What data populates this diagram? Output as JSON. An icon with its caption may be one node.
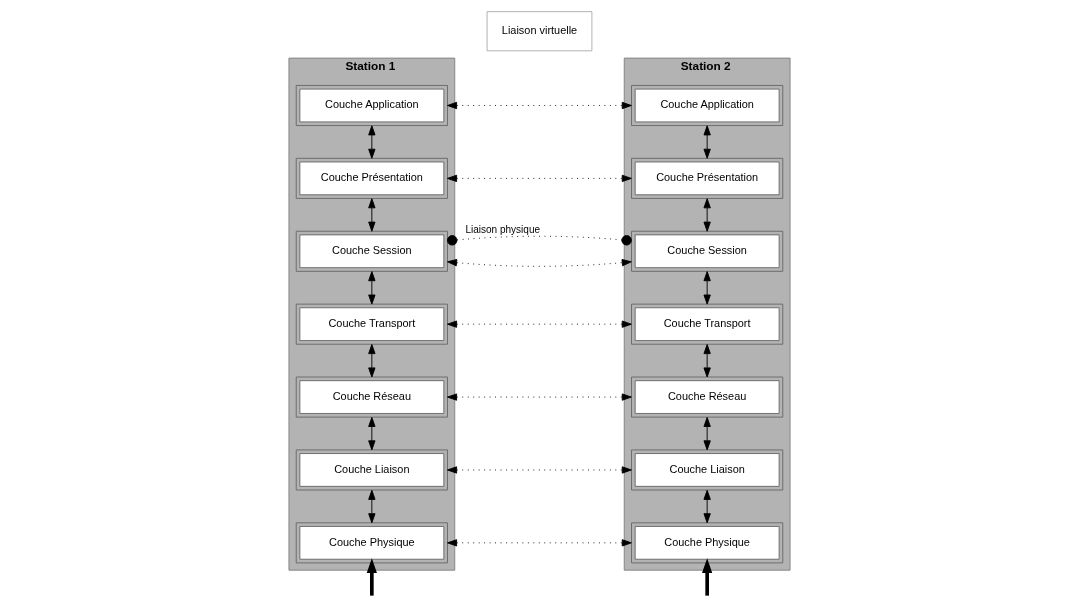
{
  "diagram": {
    "nodes": [
      {
        "text": [
          "Station 1"
        ]
      },
      {
        "text": [
          "Couche Application"
        ],
        "in": 0
      },
      {
        "text": [
          "Couche Présentation"
        ],
        "in": 0
      },
      {
        "text": [
          "Couche Session"
        ],
        "in": 0
      },
      {
        "text": [
          "Couche Transport"
        ],
        "in": 0
      },
      {
        "text": [
          "Couche Réseau"
        ],
        "in": 0
      },
      {
        "text": [
          "Couche Liaison"
        ],
        "in": 0
      },
      {
        "text": [
          "Couche Physique"
        ],
        "in": 0
      },
      {
        "text": [
          "Liaison virtuelle"
        ]
      },
      {
        "text": [
          "Station 2"
        ]
      },
      {
        "text": [
          "Couche Application"
        ],
        "in": 9
      },
      {
        "text": [
          "Couche Présentation"
        ],
        "in": 9
      },
      {
        "text": [
          "Couche Session"
        ],
        "in": 9
      },
      {
        "text": [
          "Couche Transport"
        ],
        "in": 9
      },
      {
        "text": [
          "Couche Réseau"
        ],
        "in": 9
      },
      {
        "text": [
          "Couche Liaison"
        ],
        "in": 9
      },
      {
        "text": [
          "Couche Physique"
        ],
        "in": 9
      }
    ],
    "edges": [
      {
        "from": 1,
        "to": 10,
        "arrow": "both",
        "style": "dashed"
      },
      {
        "from": 2,
        "to": 11,
        "arrow": "both",
        "style": "dashed"
      },
      {
        "from": 3,
        "to": 12,
        "arrow": "both",
        "style": "dashed"
      },
      {
        "from": 4,
        "to": 13,
        "arrow": "both",
        "style": "dashed"
      },
      {
        "from": 5,
        "to": 14,
        "arrow": "both",
        "style": "dashed"
      },
      {
        "from": 6,
        "to": 15,
        "arrow": "both",
        "style": "dashed"
      },
      {
        "from": 7,
        "to": 16,
        "arrow": "both",
        "style": "dashed"
      },
      {
        "from": 1,
        "to": 2,
        "arrow": "both"
      },
      {
        "from": 2,
        "to": 3,
        "arrow": "both"
      },
      {
        "from": 3,
        "to": 4,
        "arrow": "both"
      },
      {
        "from": 4,
        "to": 5,
        "arrow": "both"
      },
      {
        "from": 5,
        "to": 6,
        "arrow": "both"
      },
      {
        "from": 6,
        "to": 7,
        "arrow": "both"
      },
      {
        "from": 10,
        "to": 11,
        "arrow": "both"
      },
      {
        "from": 11,
        "to": 12,
        "arrow": "both"
      },
      {
        "from": 12,
        "to": 13,
        "arrow": "both"
      },
      {
        "from": 13,
        "to": 14,
        "arrow": "both"
      },
      {
        "from": 14,
        "to": 15,
        "arrow": "both"
      },
      {
        "from": 15,
        "to": 16,
        "arrow": "both"
      },
      {
        "from": 3,
        "to": 12,
        "arrow": "other",
        "style": "dashed",
        "label": "Liaison physique"
      },
      {
        "from": null,
        "to": 7,
        "arrow": "to",
        "style": "thick"
      },
      {
        "from": null,
        "to": 16,
        "arrow": "to",
        "style": "thick"
      }
    ]
  }
}
